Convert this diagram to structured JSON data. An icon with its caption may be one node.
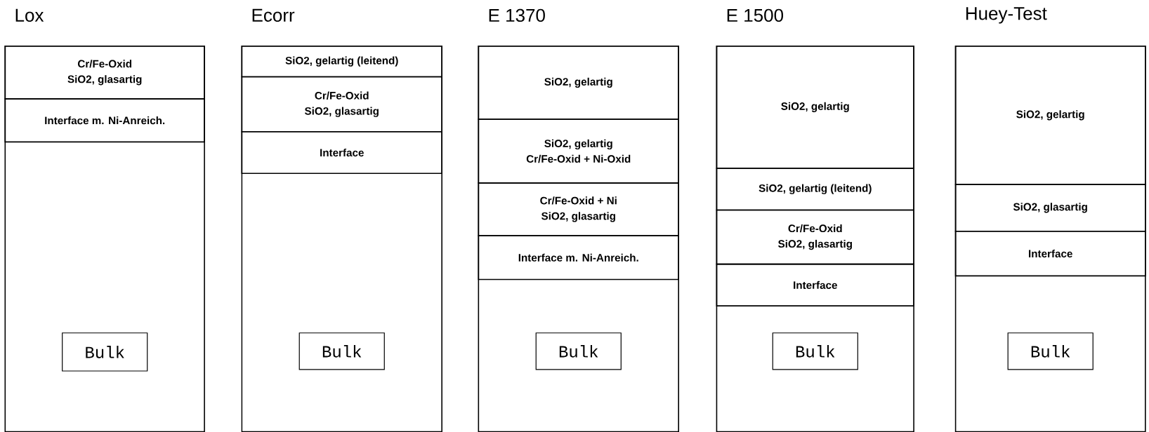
{
  "diagram": {
    "nodes": [
      {
        "text": [
          "Lox"
        ]
      },
      {
        "text": [
          "Cr/Fe-Oxid",
          "SiO2, glasartig"
        ],
        "in": 0
      },
      {
        "text": [
          "Interface m. Ni-Anreich."
        ],
        "in": 0
      },
      {
        "text": [
          "Bulk"
        ],
        "in": 0
      },
      {
        "text": [
          "Ecorr"
        ]
      },
      {
        "text": [
          "SiO2, gelartig (leitend)"
        ],
        "in": 4
      },
      {
        "text": [
          "Cr/Fe-Oxid",
          "SiO2, glasartig"
        ],
        "in": 4
      },
      {
        "text": [
          "Interface"
        ],
        "in": 4
      },
      {
        "text": [
          "Bulk"
        ],
        "in": 4
      },
      {
        "text": [
          "E 1370"
        ]
      },
      {
        "text": [
          "SiO2, gelartig"
        ],
        "in": 9
      },
      {
        "text": [
          "SiO2, gelartig",
          "Cr/Fe-Oxid + Ni-Oxid"
        ],
        "in": 9
      },
      {
        "text": [
          "Cr/Fe-Oxid + Ni",
          "SiO2, glasartig"
        ],
        "in": 9
      },
      {
        "text": [
          "Interface m. Ni-Anreich."
        ],
        "in": 9
      },
      {
        "text": [
          "Bulk"
        ],
        "in": 9
      },
      {
        "text": [
          "E 1500"
        ]
      },
      {
        "text": [
          "SiO2, gelartig"
        ],
        "in": 15
      },
      {
        "text": [
          "SiO2, gelartig (leitend)"
        ],
        "in": 15
      },
      {
        "text": [
          "Cr/Fe-Oxid",
          "SiO2, glasartig"
        ],
        "in": 15
      },
      {
        "text": [
          "Interface"
        ],
        "in": 15
      },
      {
        "text": [
          "Bulk"
        ],
        "in": 15
      },
      {
        "text": [
          "Huey-Test"
        ]
      },
      {
        "text": [
          "SiO2, gelartig"
        ],
        "in": 21
      },
      {
        "text": [
          "SiO2, glasartig"
        ],
        "in": 21
      },
      {
        "text": [
          "Interface"
        ],
        "in": 21
      },
      {
        "text": [
          "Bulk"
        ],
        "in": 21
      }
    ]
  }
}
